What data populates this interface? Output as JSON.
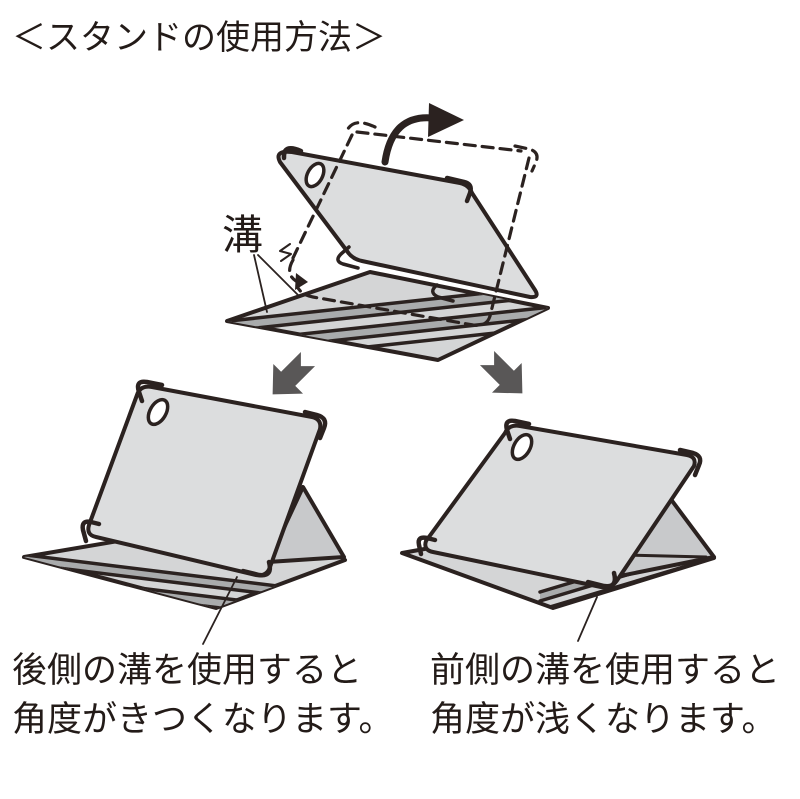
{
  "title": "＜スタンドの使用方法＞",
  "diagram": {
    "groove_label": "溝",
    "captions": {
      "left_line1": "後側の溝を使用すると",
      "left_line2": "角度がきつくなります。",
      "right_line1": "前側の溝を使用すると",
      "right_line2": "角度が浅くなります。"
    }
  },
  "colors": {
    "outline": "#2b2220",
    "panel_fill": "#dcddde",
    "base_fill": "#d4d5d6",
    "groove_band_fill": "#a9abac",
    "side_fill": "#c8c9cb",
    "arrow_fill": "#595757",
    "text": "#231b18",
    "background": "#ffffff"
  }
}
